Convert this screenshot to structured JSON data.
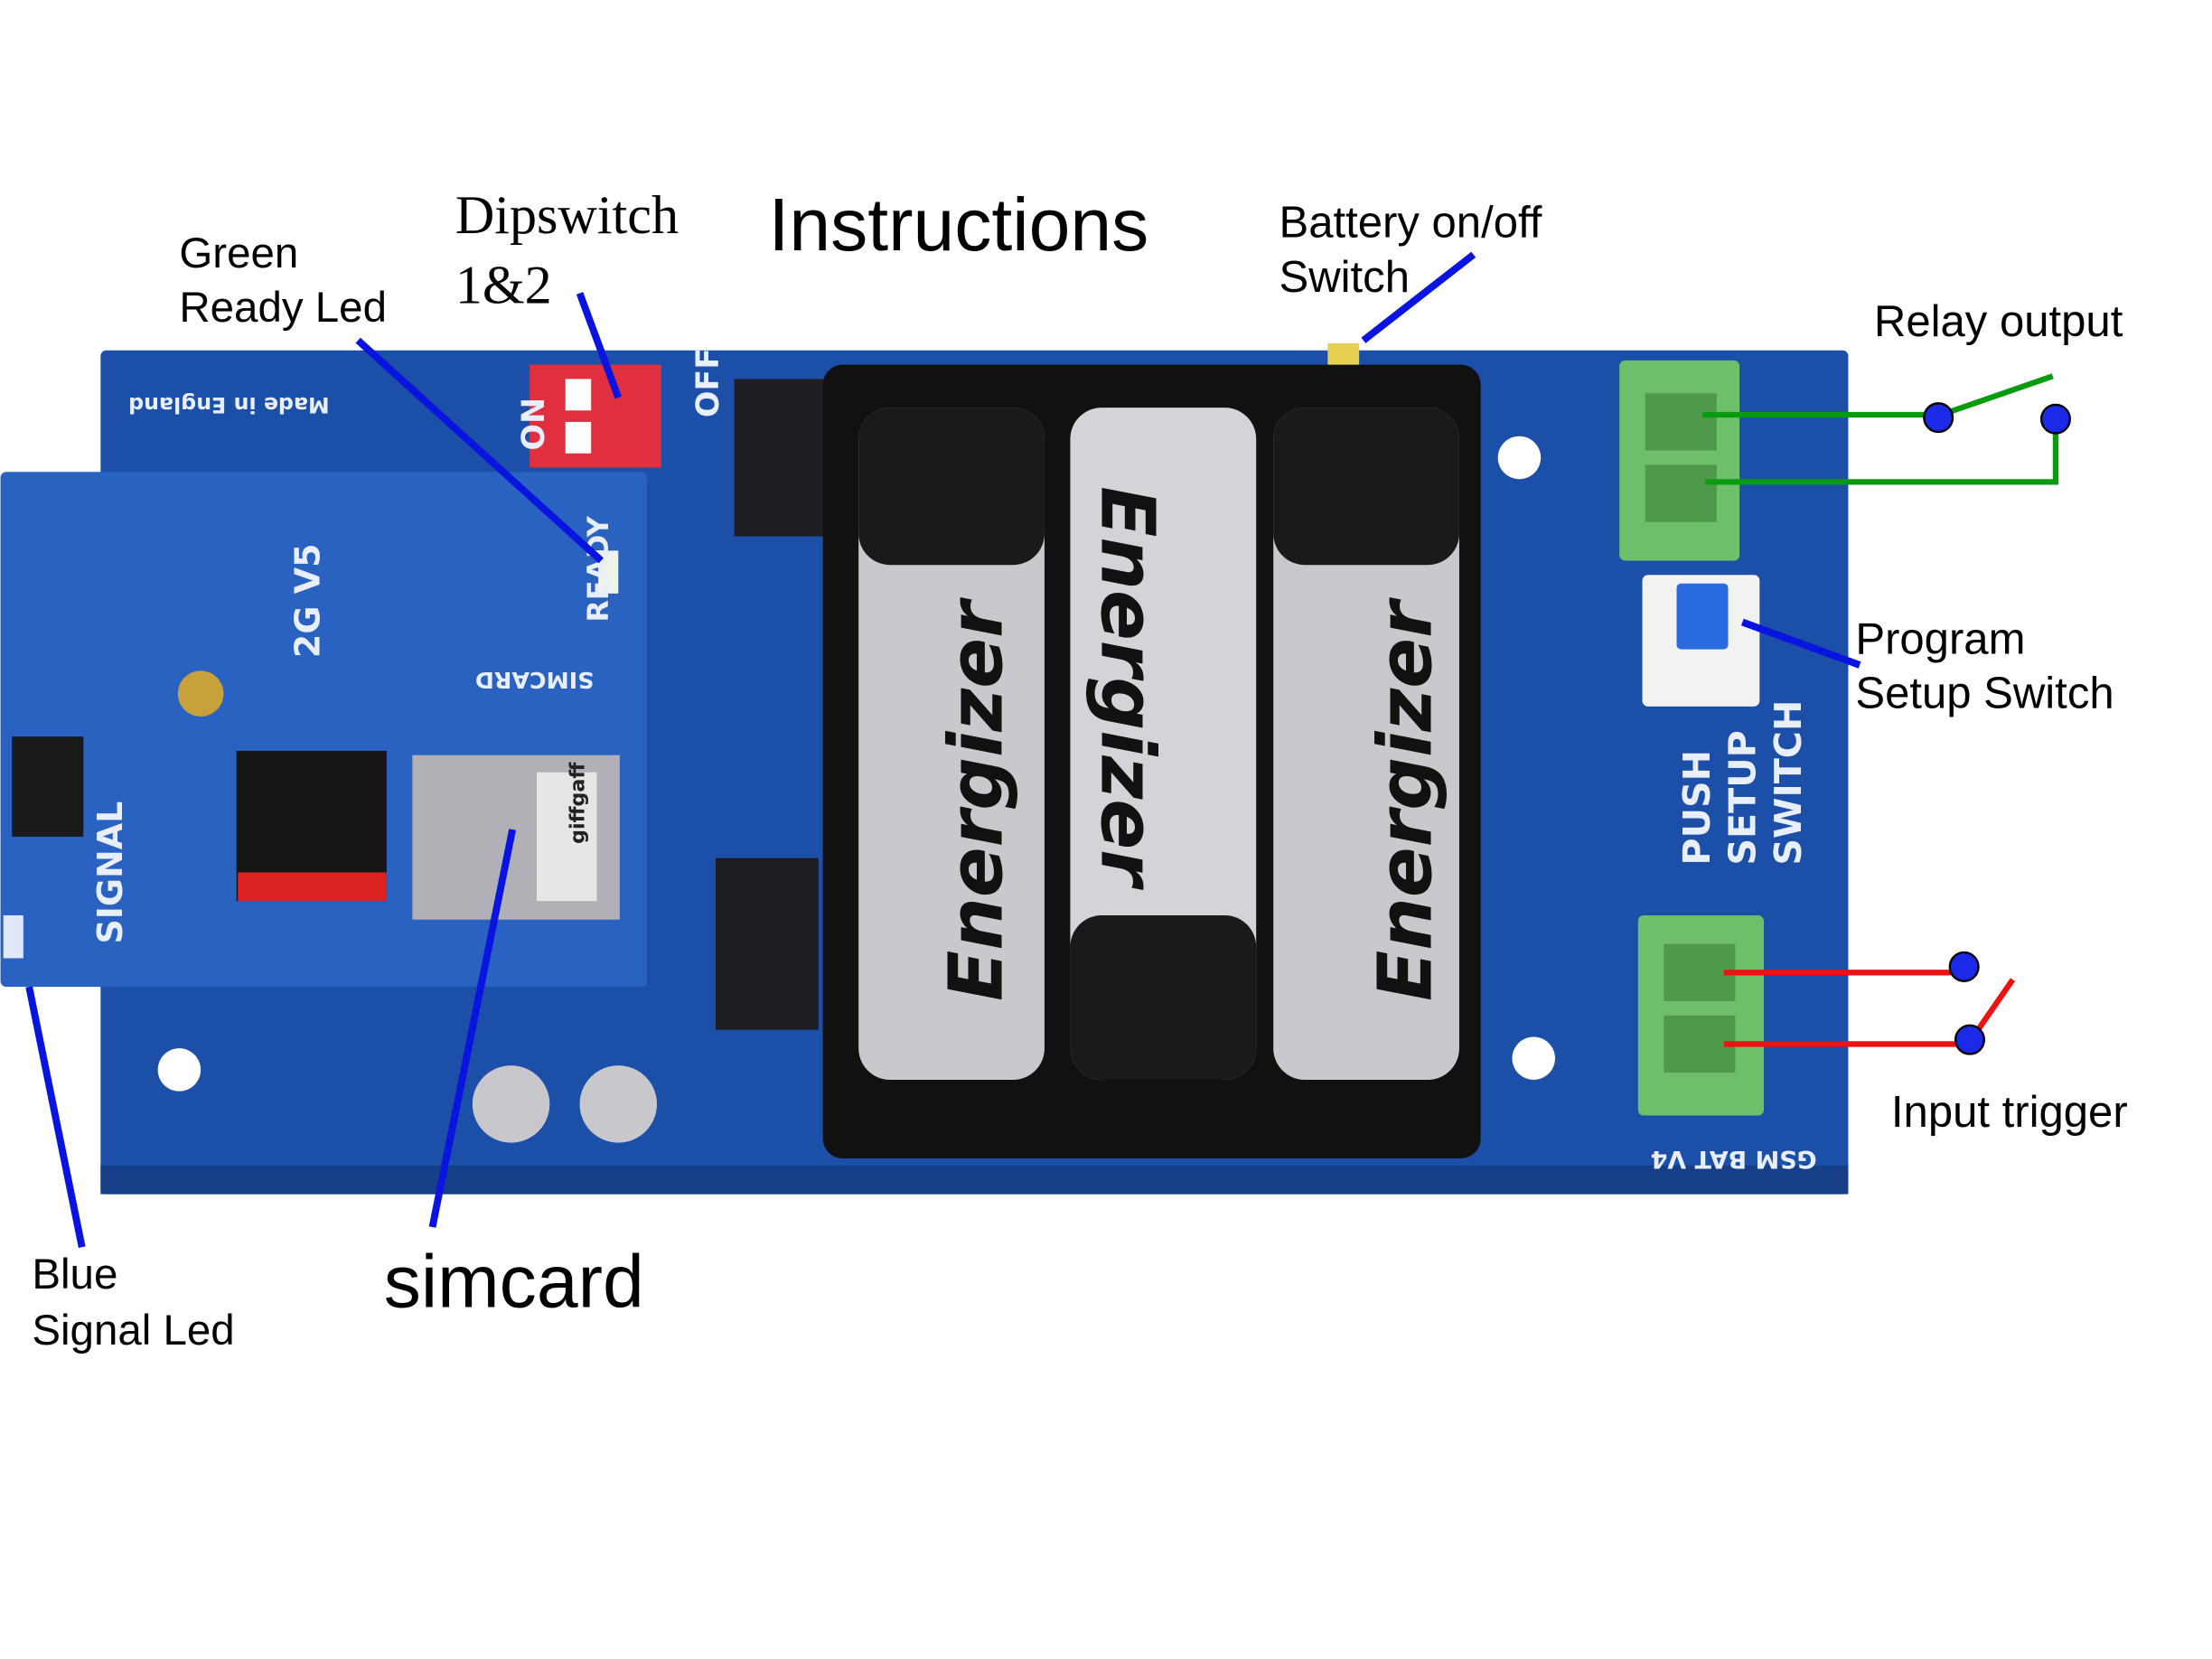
{
  "title": "Instructions",
  "labels": {
    "green_ready_led": [
      "Green",
      "Ready Led"
    ],
    "dipswitch": [
      "Dipswitch",
      "1&2"
    ],
    "battery_switch": [
      "Battery on/off",
      "Switch"
    ],
    "relay_output": "Relay output",
    "program_setup": [
      "Program",
      "Setup Switch"
    ],
    "input_trigger": "Input trigger",
    "blue_signal_led": [
      "Blue",
      "Signal Led"
    ],
    "simcard": "simcard"
  },
  "board_text": {
    "board_name": "GSM BAT V4",
    "push_setup": [
      "PUSH",
      "SETUP",
      "SWITCH"
    ],
    "module": "2G V5",
    "signal": "SIGNAL",
    "ready": "READY",
    "simcard": "SIMCARD",
    "on": "ON",
    "off": "OFF",
    "made_in": "Made in England",
    "battery_brand": "Energizer",
    "sim_brand": "giffgaff"
  },
  "colors": {
    "pointer_lines": "#0a14e0",
    "relay_wires": "#0a9a10",
    "trigger_wires": "#ee1111",
    "pcb": "#1b4fa8",
    "terminal": "#6fbf6a"
  }
}
